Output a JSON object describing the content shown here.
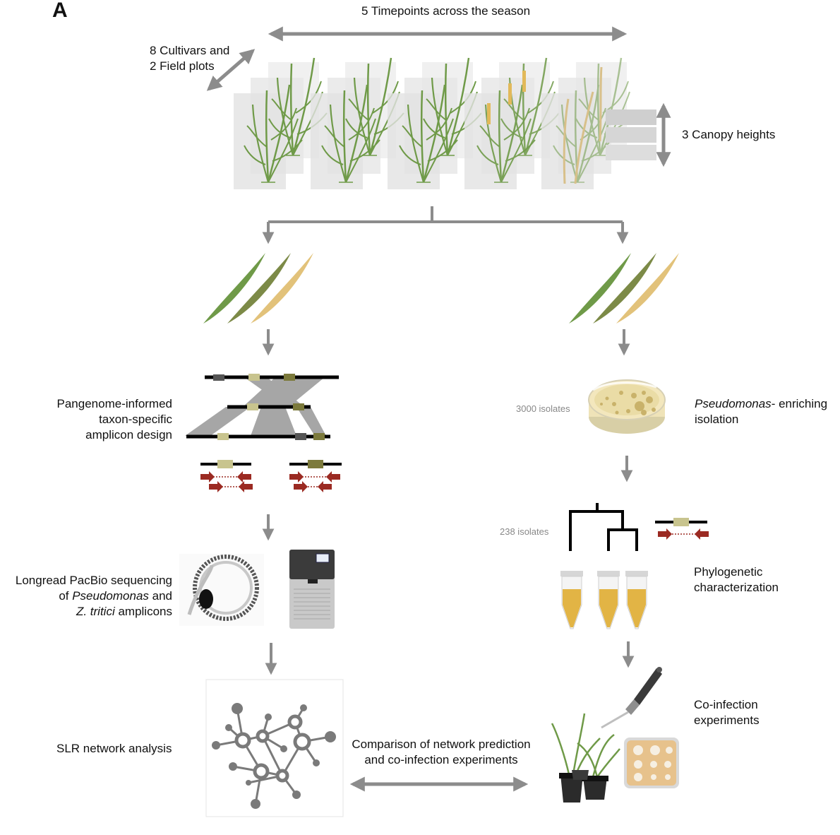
{
  "panel_label": "A",
  "top": {
    "timepoints": "5 Timepoints across the season",
    "cultivars_line1": "8 Cultivars and",
    "cultivars_line2": "2 Field plots",
    "canopy": "3 Canopy heights"
  },
  "left": {
    "design_line1": "Pangenome-informed",
    "design_line2": "taxon-specific",
    "design_line3": "amplicon design",
    "seq_line1": "Longread PacBio sequencing",
    "seq_line2_pre": "of ",
    "seq_line2_italic": "Pseudomonas",
    "seq_line2_post": " and",
    "seq_line3_italic": "Z. tritici",
    "seq_line3_post": " amplicons",
    "network": "SLR network analysis"
  },
  "right": {
    "isolates_3000": "3000 isolates",
    "enrich_italic": "Pseudomonas",
    "enrich_post": "- enriching",
    "enrich_line2": "isolation",
    "isolates_238": "238 isolates",
    "phylo_line1": "Phylogenetic",
    "phylo_line2": "characterization",
    "coinf_line1": "Co-infection",
    "coinf_line2": "experiments"
  },
  "bottom": {
    "comparison_line1": "Comparison of network prediction",
    "comparison_line2": "and co-infection experiments"
  },
  "colors": {
    "arrow": "#8c8c8c",
    "leaf_green": "#6f9a48",
    "leaf_olive": "#7c8a47",
    "leaf_yellow": "#e2c27a",
    "primer_red": "#9b2a22",
    "amplicon": "#c8c48e",
    "network": "#7a7a7a"
  }
}
